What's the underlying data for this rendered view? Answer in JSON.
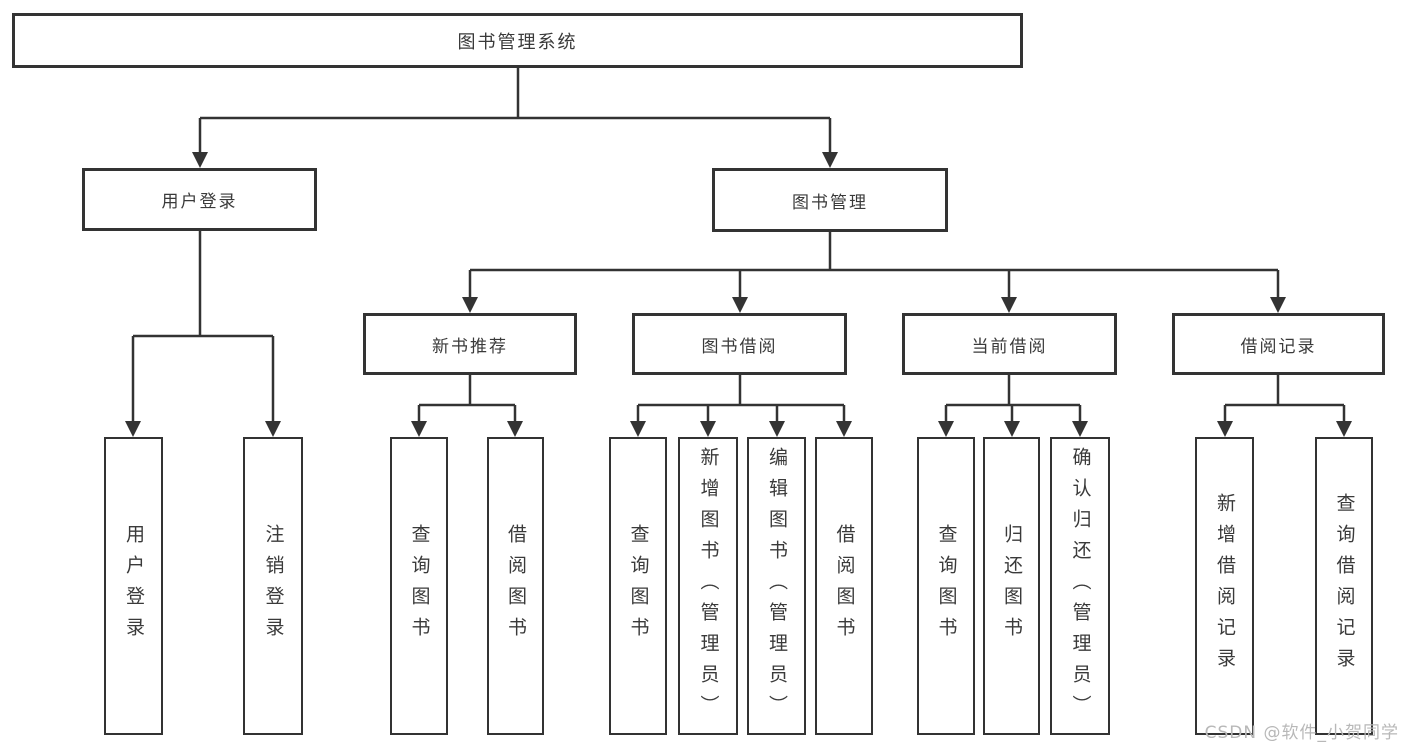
{
  "tree": {
    "root": {
      "label": "图书管理系统",
      "children": [
        {
          "label": "用户登录",
          "children": [
            {
              "label": "用户登录"
            },
            {
              "label": "注销登录"
            }
          ]
        },
        {
          "label": "图书管理",
          "children": [
            {
              "label": "新书推荐",
              "children": [
                {
                  "label": "查询图书"
                },
                {
                  "label": "借阅图书"
                }
              ]
            },
            {
              "label": "图书借阅",
              "children": [
                {
                  "label": "查询图书"
                },
                {
                  "label": "新增图书（管理员）"
                },
                {
                  "label": "编辑图书（管理员）"
                },
                {
                  "label": "借阅图书"
                }
              ]
            },
            {
              "label": "当前借阅",
              "children": [
                {
                  "label": "查询图书"
                },
                {
                  "label": "归还图书"
                },
                {
                  "label": "确认归还（管理员）"
                }
              ]
            },
            {
              "label": "借阅记录",
              "children": [
                {
                  "label": "新增借阅记录"
                },
                {
                  "label": "查询借阅记录"
                }
              ]
            }
          ]
        }
      ]
    }
  },
  "watermark": {
    "text": "CSDN @软件_小贺同学",
    "color": "#b8b8b8"
  },
  "colors": {
    "line": "#333333",
    "box_border": "#333333",
    "text": "#3a3a3a",
    "background": "#ffffff"
  }
}
